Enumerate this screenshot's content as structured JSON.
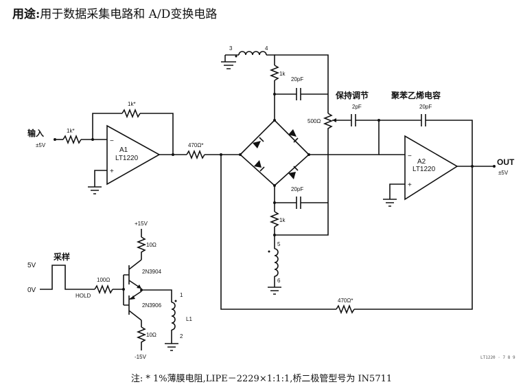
{
  "title": {
    "bold": "用途:",
    "rest": "用于数据采集电路和 A/D变换电路"
  },
  "note": "注: * 1%薄膜电阻,LIPE－2229×1:1:1,桥二极管型号为 IN5711",
  "corner_code": "LT1220 · 7 8 9",
  "labels": {
    "input": "输入",
    "input_range": "±5V",
    "r_in": "1k*",
    "r_fb": "1k*",
    "a1_name": "A1",
    "a1_part": "LT1220",
    "r_470_a": "470Ω*",
    "r_470_b": "470Ω*",
    "a2_name": "A2",
    "a2_part": "LT1220",
    "out": "OUT",
    "out_range": "±5V",
    "hold_adjust": "保持调节",
    "poly_cap": "聚苯乙烯电容",
    "c_20pf_top": "20pF",
    "c_20pf_bot": "20pF",
    "c_2pf": "2pF",
    "c_20pf_a2": "20pF",
    "pot_500": "500Ω",
    "r_1k_top": "1k",
    "r_1k_bot": "1k",
    "pin3": "3",
    "pin4": "4",
    "pin5": "5",
    "pin6": "6",
    "pin1": "1",
    "pin2": "2",
    "l1": "L1",
    "plus15": "+15V",
    "minus15": "-15V",
    "r_10_top": "10Ω",
    "r_10_bot": "10Ω",
    "q1": "2N3904",
    "q2": "2N3906",
    "r_100": "100Ω",
    "sample": "采样",
    "v5": "5V",
    "v0": "0V",
    "hold": "HOLD",
    "minus": "−",
    "plus": "+"
  }
}
